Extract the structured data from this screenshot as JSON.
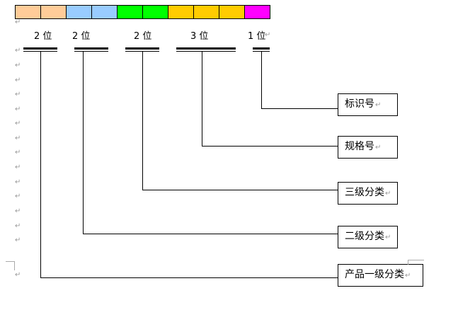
{
  "code_bar": {
    "cells": [
      {
        "group": 1,
        "color": "#FFCC99"
      },
      {
        "group": 1,
        "color": "#FFCC99"
      },
      {
        "group": 2,
        "color": "#99CCFF"
      },
      {
        "group": 2,
        "color": "#99CCFF"
      },
      {
        "group": 3,
        "color": "#00FF00"
      },
      {
        "group": 3,
        "color": "#00FF00"
      },
      {
        "group": 4,
        "color": "#FFCC00"
      },
      {
        "group": 4,
        "color": "#FFCC00"
      },
      {
        "group": 4,
        "color": "#FFCC00"
      },
      {
        "group": 5,
        "color": "#FF00FF"
      }
    ]
  },
  "digit_labels": [
    "2 位",
    "2 位",
    "2 位",
    "3 位",
    "1 位"
  ],
  "callouts": [
    {
      "label": "标识号"
    },
    {
      "label": "规格号"
    },
    {
      "label": "三级分类"
    },
    {
      "label": "二级分类"
    },
    {
      "label": "产品一级分类"
    }
  ],
  "paragraph_mark": "↵"
}
